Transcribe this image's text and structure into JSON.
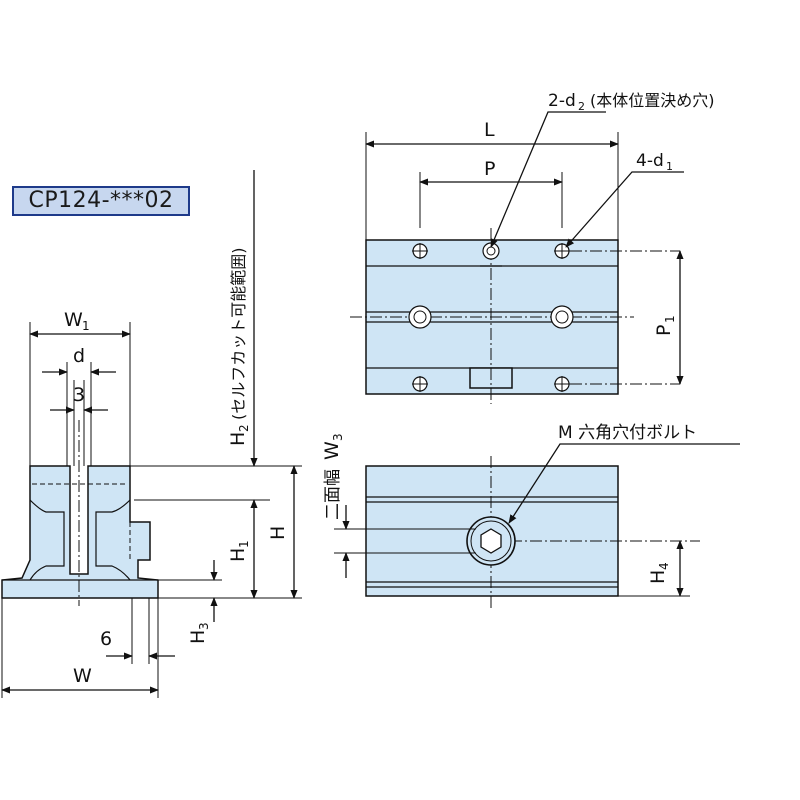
{
  "model": {
    "label": "CP124-***02"
  },
  "dims": {
    "w1": "W",
    "w1_sub": "1",
    "d": "d",
    "three": "3",
    "w": "W",
    "six": "6",
    "h": "H",
    "h1": "H",
    "h1_sub": "1",
    "h2": "H",
    "h2_sub": "2",
    "h2_note": "(セルフカット可能範囲)",
    "h3": "H",
    "h3_sub": "3",
    "l": "L",
    "p": "P",
    "p1": "P",
    "p1_sub": "1",
    "h4": "H",
    "h4_sub": "4",
    "w3_pre": "二面幅",
    "w3": "W",
    "w3_sub": "3"
  },
  "callouts": {
    "d2_pre": "2-d",
    "d2_sub": "2",
    "d2_note": "(本体位置決め穴)",
    "d1_pre": "4-d",
    "d1_sub": "1",
    "bolt": "M 六角穴付ボルト"
  },
  "colors": {
    "part_fill": "#cfe5f5",
    "badge_fill": "#c7d7ef",
    "badge_border": "#1e3a8a",
    "line": "#111111"
  }
}
